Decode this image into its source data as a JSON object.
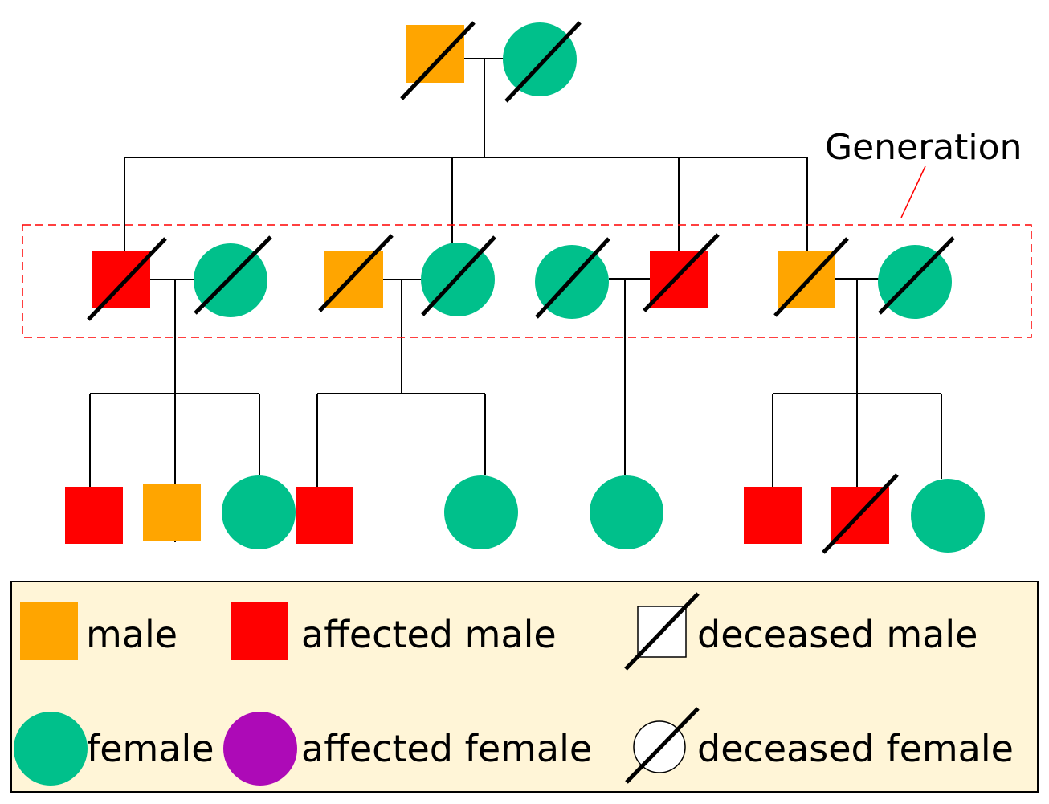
{
  "annotation": {
    "label": "Generation",
    "color": "#ff0000"
  },
  "colors": {
    "male": "#ffa500",
    "affected_male": "#ff0000",
    "female": "#00c08b",
    "affected_female": "#ad0ab7",
    "deceased_fill": "#ffffff",
    "legend_bg": "#fff5d7",
    "line": "#000000"
  },
  "individuals": [
    {
      "id": "I-1",
      "generation": 1,
      "sex": "male",
      "affected": false,
      "deceased": true
    },
    {
      "id": "I-2",
      "generation": 1,
      "sex": "female",
      "affected": false,
      "deceased": true
    },
    {
      "id": "II-1",
      "generation": 2,
      "sex": "male",
      "affected": true,
      "deceased": true
    },
    {
      "id": "II-2",
      "generation": 2,
      "sex": "female",
      "affected": false,
      "deceased": true
    },
    {
      "id": "II-3",
      "generation": 2,
      "sex": "male",
      "affected": false,
      "deceased": true
    },
    {
      "id": "II-4",
      "generation": 2,
      "sex": "female",
      "affected": false,
      "deceased": true
    },
    {
      "id": "II-5",
      "generation": 2,
      "sex": "female",
      "affected": false,
      "deceased": true
    },
    {
      "id": "II-6",
      "generation": 2,
      "sex": "male",
      "affected": true,
      "deceased": true
    },
    {
      "id": "II-7",
      "generation": 2,
      "sex": "male",
      "affected": false,
      "deceased": true
    },
    {
      "id": "II-8",
      "generation": 2,
      "sex": "female",
      "affected": false,
      "deceased": true
    },
    {
      "id": "III-1",
      "generation": 3,
      "sex": "male",
      "affected": true,
      "deceased": false
    },
    {
      "id": "III-2",
      "generation": 3,
      "sex": "male",
      "affected": false,
      "deceased": false
    },
    {
      "id": "III-3",
      "generation": 3,
      "sex": "female",
      "affected": false,
      "deceased": false
    },
    {
      "id": "III-4",
      "generation": 3,
      "sex": "male",
      "affected": true,
      "deceased": false
    },
    {
      "id": "III-5",
      "generation": 3,
      "sex": "female",
      "affected": false,
      "deceased": false
    },
    {
      "id": "III-6",
      "generation": 3,
      "sex": "female",
      "affected": false,
      "deceased": false
    },
    {
      "id": "III-7",
      "generation": 3,
      "sex": "male",
      "affected": true,
      "deceased": false
    },
    {
      "id": "III-8",
      "generation": 3,
      "sex": "male",
      "affected": true,
      "deceased": true
    },
    {
      "id": "III-9",
      "generation": 3,
      "sex": "female",
      "affected": false,
      "deceased": false
    }
  ],
  "legend": {
    "items": [
      {
        "key": "male",
        "label": "male"
      },
      {
        "key": "affected_male",
        "label": "affected male"
      },
      {
        "key": "deceased_male",
        "label": "deceased male"
      },
      {
        "key": "female",
        "label": "female"
      },
      {
        "key": "affected_female",
        "label": "affected female"
      },
      {
        "key": "deceased_female",
        "label": "deceased female"
      }
    ]
  }
}
